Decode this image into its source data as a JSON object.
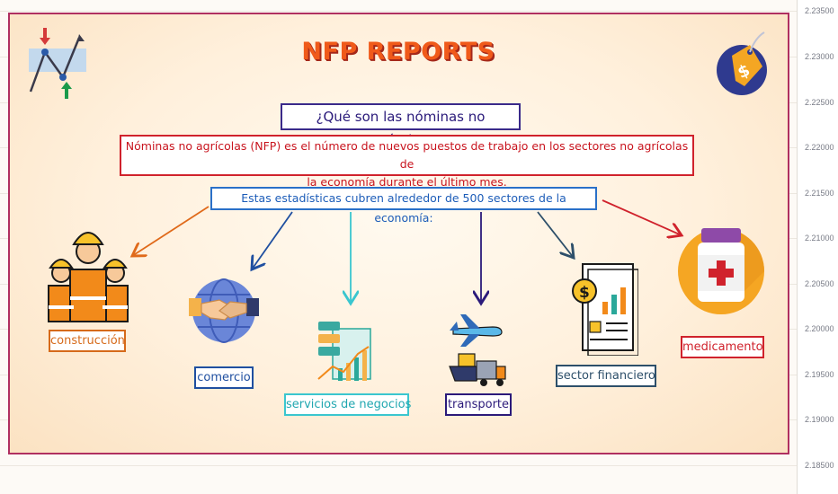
{
  "title": "NFP REPORTS",
  "question": "¿Qué son las nóminas no agrícolas?",
  "definition_line1": "Nóminas no agrícolas (NFP) es el número de nuevos puestos de trabajo en los sectores no agrícolas de",
  "definition_line2": "la economía durante el último mes.",
  "coverage": "Estas estadísticas cubren alrededor de 500 sectores de la economía:",
  "sectors": [
    {
      "label": "construcción",
      "icon": "construction-workers-icon",
      "color": "#d66a1a"
    },
    {
      "label": "comercio",
      "icon": "handshake-globe-icon",
      "color": "#1f4fa0"
    },
    {
      "label": "servicios de negocios",
      "icon": "business-chart-icon",
      "color": "#3ac6cf"
    },
    {
      "label": "transporte",
      "icon": "plane-ship-truck-icon",
      "color": "#2b1a7a"
    },
    {
      "label": "sector financiero",
      "icon": "financial-report-icon",
      "color": "#2d4f6a"
    },
    {
      "label": "medicamento",
      "icon": "medicine-bottle-icon",
      "color": "#d0222c"
    }
  ],
  "price_axis": [
    "2.23500",
    "2.23000",
    "2.22500",
    "2.22000",
    "2.21500",
    "2.21000",
    "2.20500",
    "2.20000",
    "2.19500",
    "2.19000",
    "2.18500"
  ]
}
